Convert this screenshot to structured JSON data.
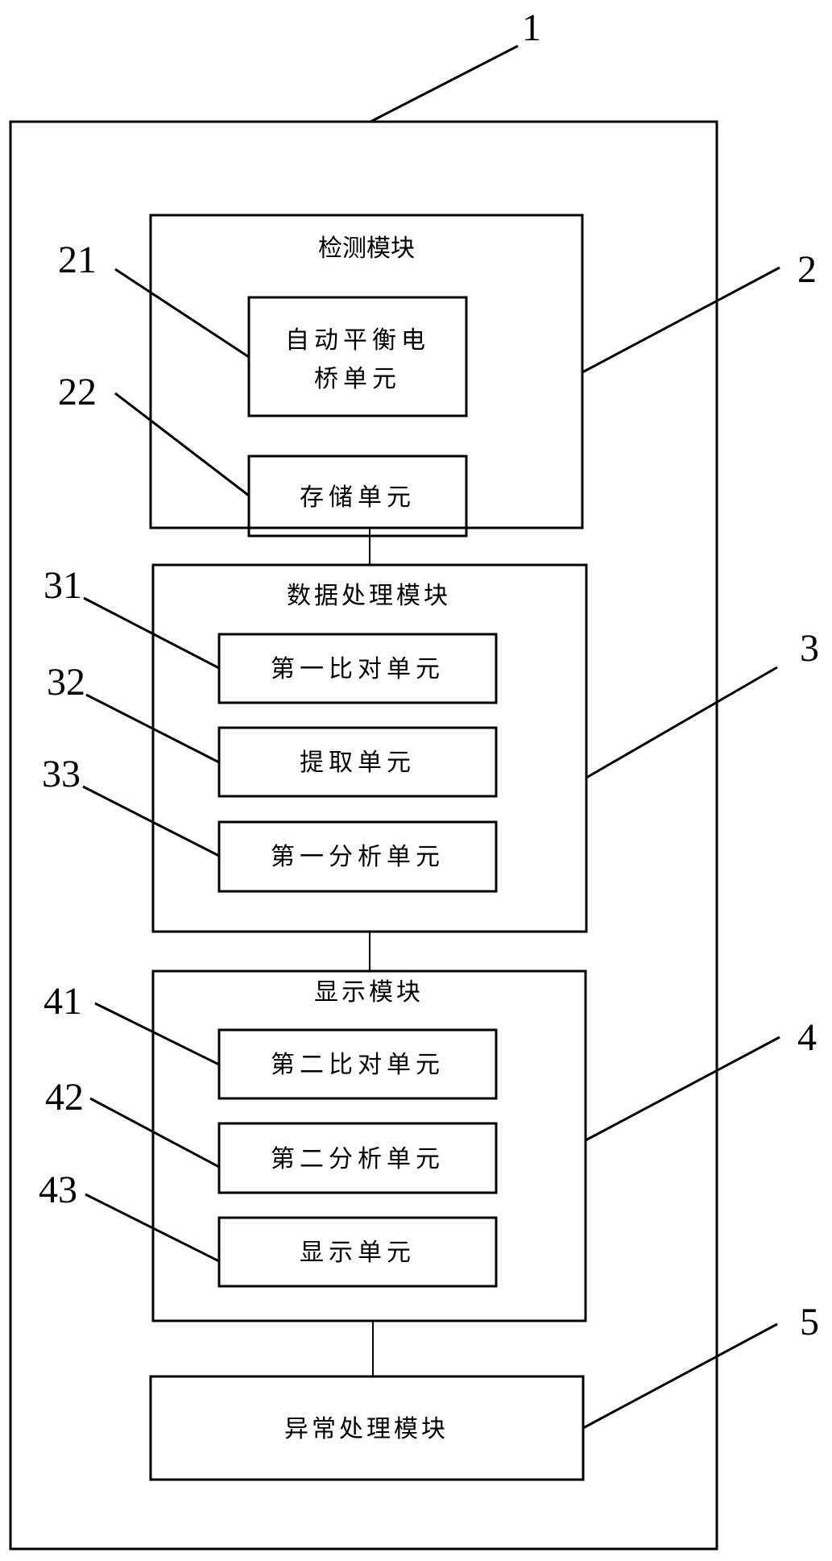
{
  "diagram": {
    "system": {
      "ref": "1"
    },
    "modules": [
      {
        "ref": "2",
        "title": "检测模块",
        "units": [
          {
            "ref": "21",
            "label_line1": "自动平衡电",
            "label_line2": "桥单元"
          },
          {
            "ref": "22",
            "label_line1": "存储单元"
          }
        ]
      },
      {
        "ref": "3",
        "title": "数据处理模块",
        "units": [
          {
            "ref": "31",
            "label_line1": "第一比对单元"
          },
          {
            "ref": "32",
            "label_line1": "提取单元"
          },
          {
            "ref": "33",
            "label_line1": "第一分析单元"
          }
        ]
      },
      {
        "ref": "4",
        "title": "显示模块",
        "units": [
          {
            "ref": "41",
            "label_line1": "第二比对单元"
          },
          {
            "ref": "42",
            "label_line1": "第二分析单元"
          },
          {
            "ref": "43",
            "label_line1": "显示单元"
          }
        ]
      },
      {
        "ref": "5",
        "title": "异常处理模块",
        "units": []
      }
    ],
    "connections": [
      [
        "2",
        "3"
      ],
      [
        "3",
        "4"
      ],
      [
        "4",
        "5"
      ]
    ]
  }
}
